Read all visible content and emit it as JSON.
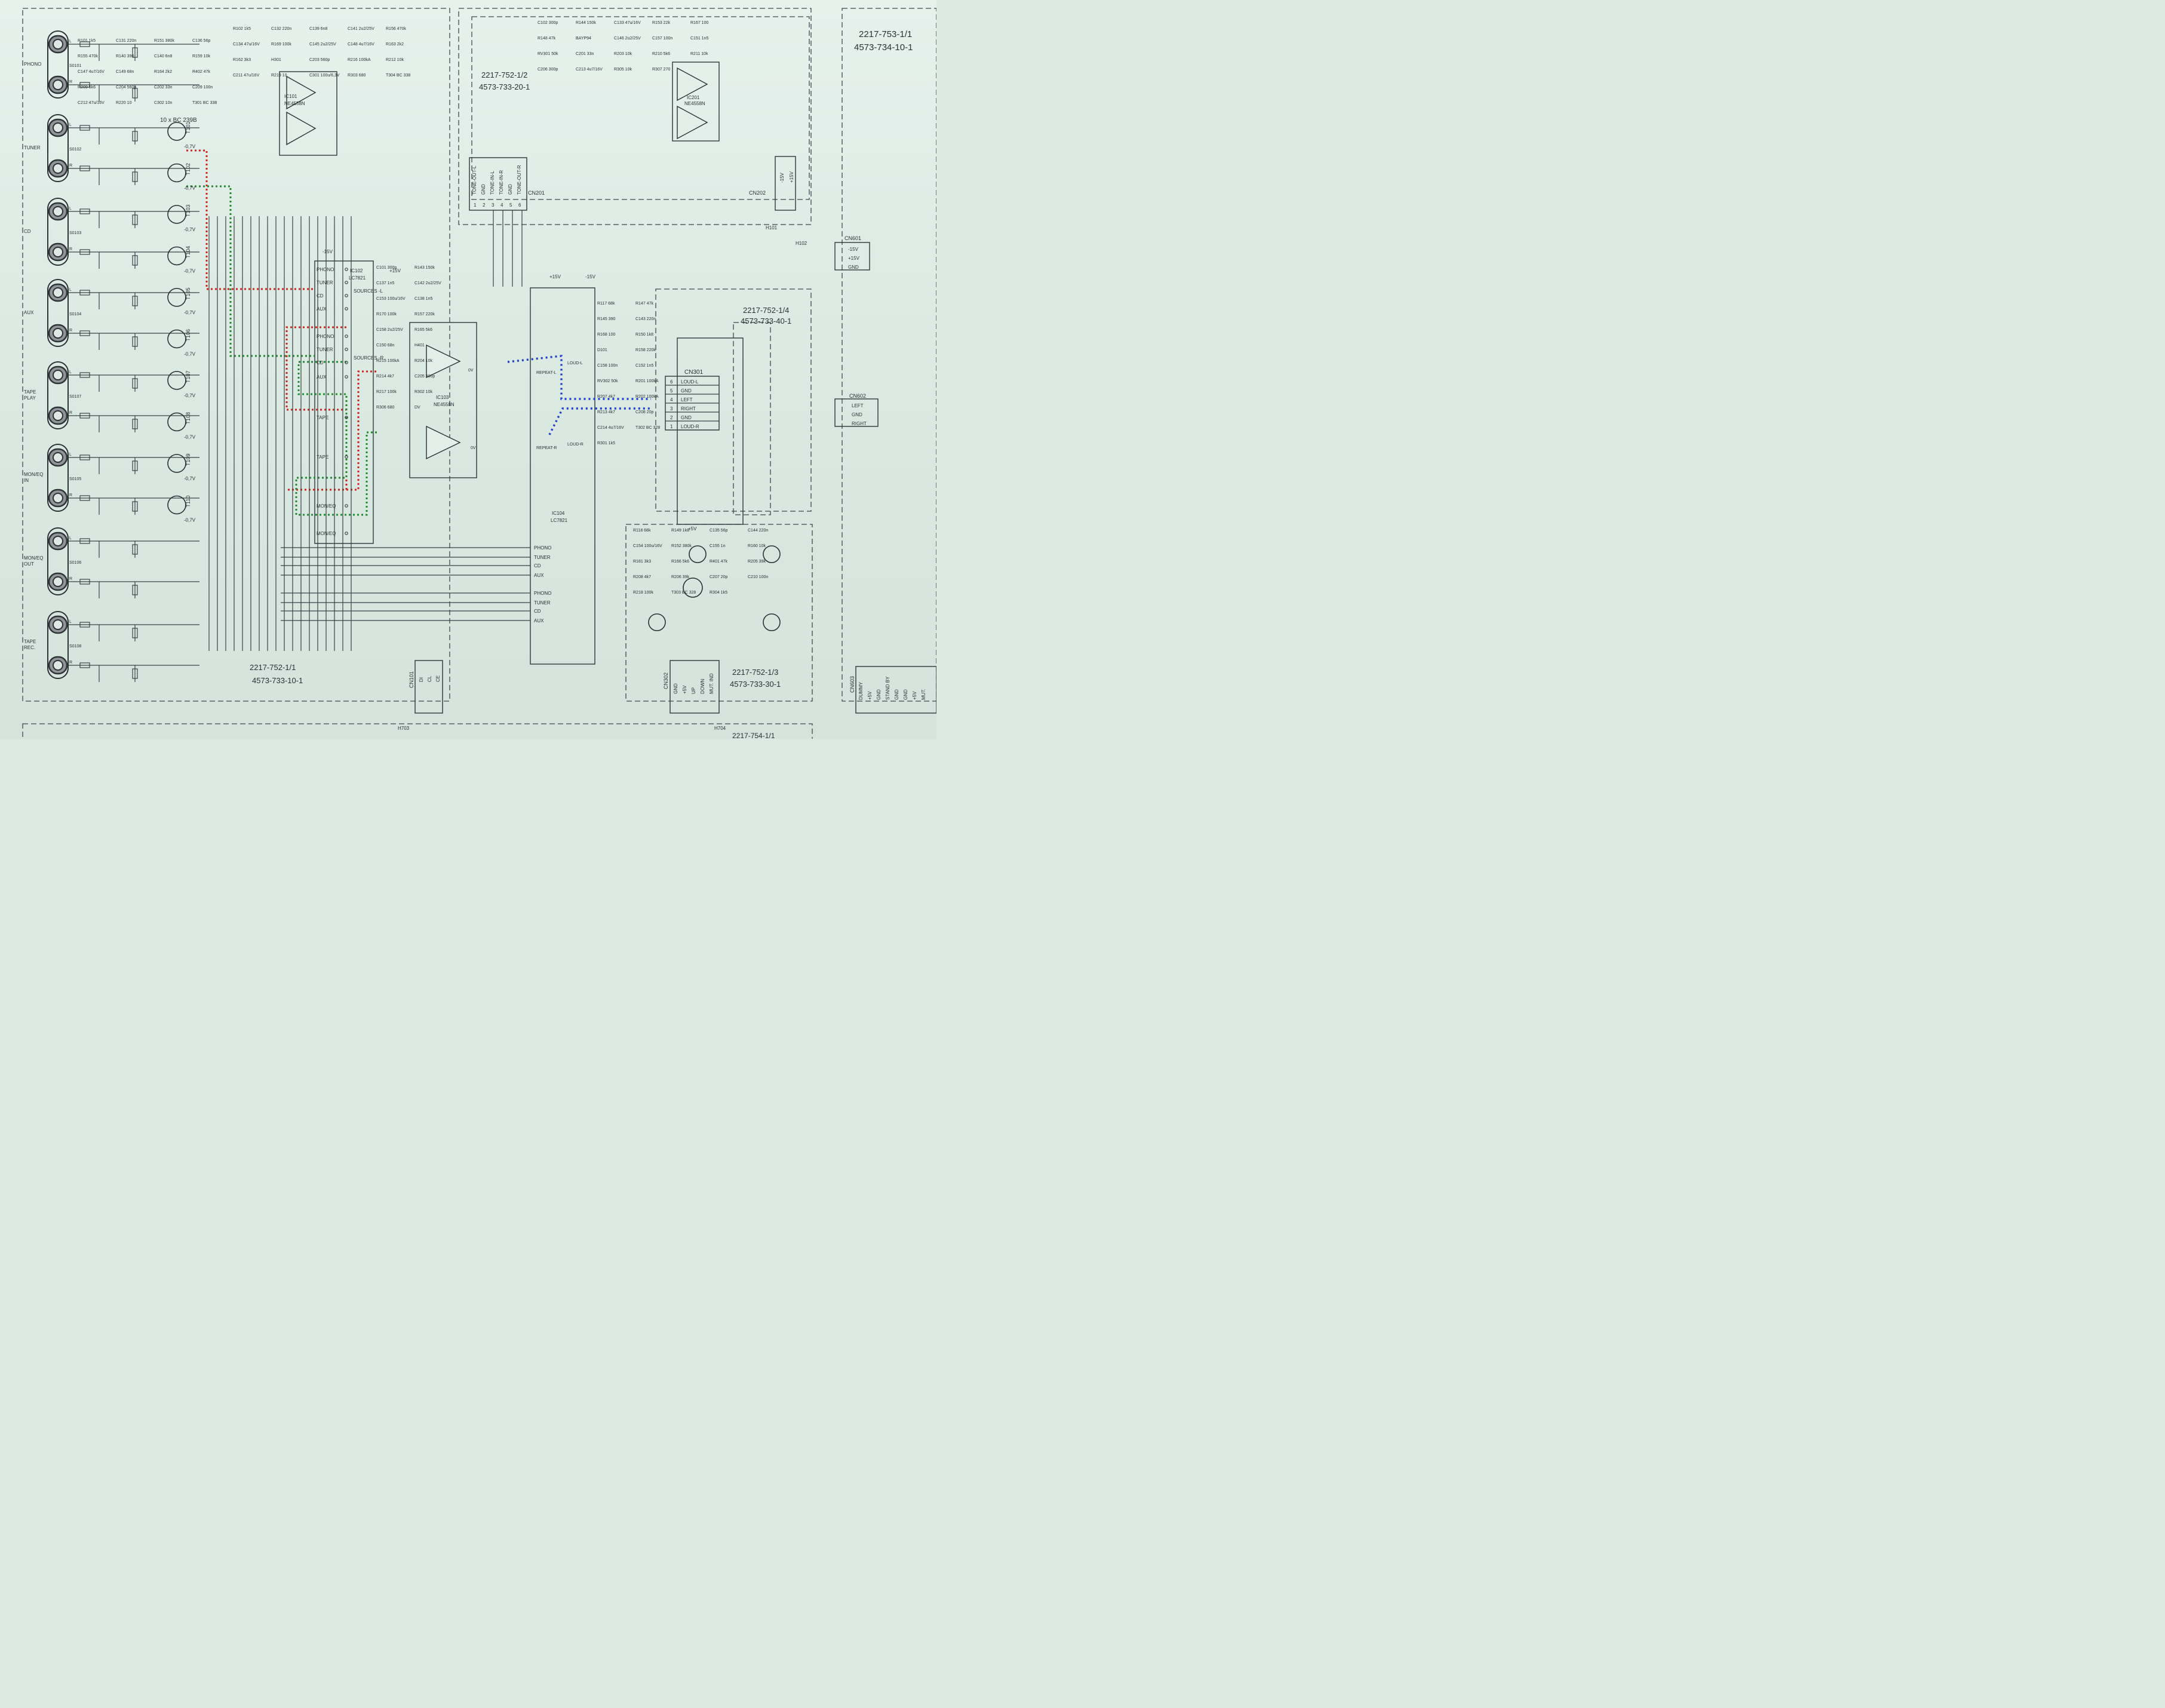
{
  "title_blocks": {
    "main_board": {
      "line1": "2217-752-1/1",
      "line2": "4573-733-10-1"
    },
    "tone_board": {
      "line1": "2217-752-1/2",
      "line2": "4573-733-20-1"
    },
    "loud_board": {
      "line1": "2217-752-1/4",
      "line2": "4573-733-40-1"
    },
    "indicator_board": {
      "line1": "2217-752-1/3",
      "line2": "4573-733-30-1"
    },
    "right_board": {
      "line1": "2217-753-1/1",
      "line2": "4573-734-10-1"
    },
    "bottom_board": "2217-754-1/1"
  },
  "inputs": [
    {
      "name": "PHONO",
      "socket": "S0101"
    },
    {
      "name": "TUNER",
      "socket": "S0102"
    },
    {
      "name": "CD",
      "socket": "S0103"
    },
    {
      "name": "AUX",
      "socket": "S0104"
    },
    {
      "name": "TAPE PLAY",
      "socket": "S0107"
    },
    {
      "name": "MON/EQ IN",
      "socket": "S0105"
    },
    {
      "name": "MON/EQ OUT",
      "socket": "S0106"
    },
    {
      "name": "TAPE REC.",
      "socket": "S0108"
    }
  ],
  "transistors_note": "10 x BC 239B",
  "ics": {
    "ic101": {
      "ref": "IC101",
      "part": "NE4558N"
    },
    "ic102": {
      "ref": "IC102",
      "part": "LC7821"
    },
    "ic103": {
      "ref": "IC103",
      "part": "NE4558N"
    },
    "ic104": {
      "ref": "IC104",
      "part": "LC7821"
    },
    "ic201": {
      "ref": "IC201",
      "part": "NE4558N"
    }
  },
  "ic102_pins": [
    "PHONO",
    "TUNER",
    "CD",
    "AUX",
    "PHONO",
    "TUNER",
    "CD",
    "AUX",
    "TAPE",
    "TAPE",
    "MON/EQ",
    "MON/EQ"
  ],
  "ic102_switch_labels": {
    "sources_l": "SOURCES -L",
    "sources_r": "SOURCES -R"
  },
  "ic104_pins": [
    "PHONO",
    "TUNER",
    "CD",
    "AUX",
    "PHONO",
    "TUNER",
    "CD",
    "AUX"
  ],
  "ic104_switch_labels": {
    "repeat_l": "REPEAT-L",
    "repeat_r": "REPEAT-R",
    "loud_l": "LOUD-L",
    "loud_r": "LOUD-R"
  },
  "cn201_pins": [
    "TONE-OUT-L",
    "GND",
    "TONE-IN-L",
    "TONE-IN-R",
    "GND",
    "TONE-OUT-R"
  ],
  "cn201": "CN201",
  "cn202": "CN202",
  "cn202_pins": [
    "-15V",
    "+15V"
  ],
  "cn301": {
    "ref": "CN301",
    "pins": [
      {
        "num": "6",
        "label": "LOUD-L"
      },
      {
        "num": "5",
        "label": "GND"
      },
      {
        "num": "4",
        "label": "LEFT"
      },
      {
        "num": "3",
        "label": "RIGHT"
      },
      {
        "num": "2",
        "label": "GND"
      },
      {
        "num": "1",
        "label": "LOUD-R"
      }
    ]
  },
  "cn601": {
    "ref": "CN601",
    "pins": [
      "-15V",
      "+15V",
      "GND"
    ]
  },
  "cn602": {
    "ref": "CN602",
    "pins": [
      "LEFT",
      "GND",
      "RIGHT"
    ]
  },
  "cn101": {
    "ref": "CN101",
    "pins": [
      "DI",
      "CL",
      "CE"
    ]
  },
  "cn302": {
    "ref": "CN302",
    "pins": [
      "GND",
      "+5V",
      "UP",
      "DOWN",
      "MUT. IND"
    ]
  },
  "cn603": {
    "ref": "CN603",
    "pins": [
      "DUMMY",
      "+5V",
      "GND",
      "STAND BY",
      "GND",
      "GND",
      "+5V",
      "MUT."
    ]
  },
  "headers": [
    "H101",
    "H102",
    "H703",
    "H704"
  ],
  "components": [
    "R101 1k5",
    "R102 1k5",
    "C101 300p",
    "C102 300p",
    "R117 68k",
    "R118 68k",
    "C131 220n",
    "C132 220n",
    "R143 150k",
    "R144 150k",
    "R147 47k",
    "R149 1k8",
    "R151 380k",
    "C139 6n8",
    "C137 1n5",
    "C133 47u/16V",
    "R145 390",
    "C135 56p",
    "C136 56p",
    "C141 2u2/25V",
    "C142 2u2/25V",
    "R153 22k",
    "C143 220n",
    "C144 220n",
    "R155 470k",
    "R156 470k",
    "C153 100u/16V",
    "R167 100",
    "R168 100",
    "C154 100u/16V",
    "R140 390",
    "C134 47u/16V",
    "C138 1n5",
    "R148 47k",
    "R150 1k8",
    "R152 380k",
    "C140 6n8",
    "R169 100k",
    "R170 100k",
    "BAYP94",
    "D101",
    "C155 1n",
    "R159 10k",
    "C145 2u2/25V",
    "R157 220k",
    "C146 2u2/25V",
    "R158 220k",
    "R160 10k",
    "C147 4u7/16V",
    "C148 4u7/16V",
    "C158 2u2/25V",
    "C157 100n",
    "C158 100n",
    "R181 3k3",
    "C149 68n",
    "R163 2k2",
    "R165 5k6",
    "C151 1n5",
    "C152 1n5",
    "R166 5k6",
    "R164 2k2",
    "R162 3k3",
    "C150 68n",
    "RV301 50k",
    "RV302 50k",
    "R401 47k",
    "R402 47k",
    "H301",
    "H401",
    "C201 33n",
    "R201 100kA",
    "R205 39k",
    "R209 5k6",
    "C203 560p",
    "R215 100kA",
    "R203 10k",
    "R207 4k7",
    "R208 4k7",
    "C204 560p",
    "R216 100kA",
    "R204 10k",
    "R210 5k6",
    "R202 100kA",
    "R206 39k",
    "C202 33n",
    "R212 10k",
    "R214 4k7",
    "R211 10k",
    "R213 4k7",
    "C207 20p",
    "C209 100n",
    "C211 47u/16V",
    "C205 300p",
    "C206 300p",
    "C208 20p",
    "C210 100n",
    "C212 47u/16V",
    "R219 10",
    "R217 100k",
    "C213 4u7/16V",
    "C214 4u7/16V",
    "R218 100k",
    "R220 10",
    "C301 100u/6,3V",
    "R302 10k",
    "R305 10k",
    "T302 BC 328",
    "T303 BC 328",
    "C302 10n",
    "R303 680",
    "R306 680",
    "R307 270",
    "R301 1k5",
    "R304 1k5",
    "T301 BC 338",
    "T304 BC 338",
    "DV"
  ],
  "voltages": [
    "+15V",
    "-15V",
    "-0,7V",
    "0V",
    "+5V"
  ],
  "colors": {
    "red_trace": "#d2241e",
    "green_trace": "#1f8a2e",
    "blue_trace": "#1f3fd0"
  }
}
